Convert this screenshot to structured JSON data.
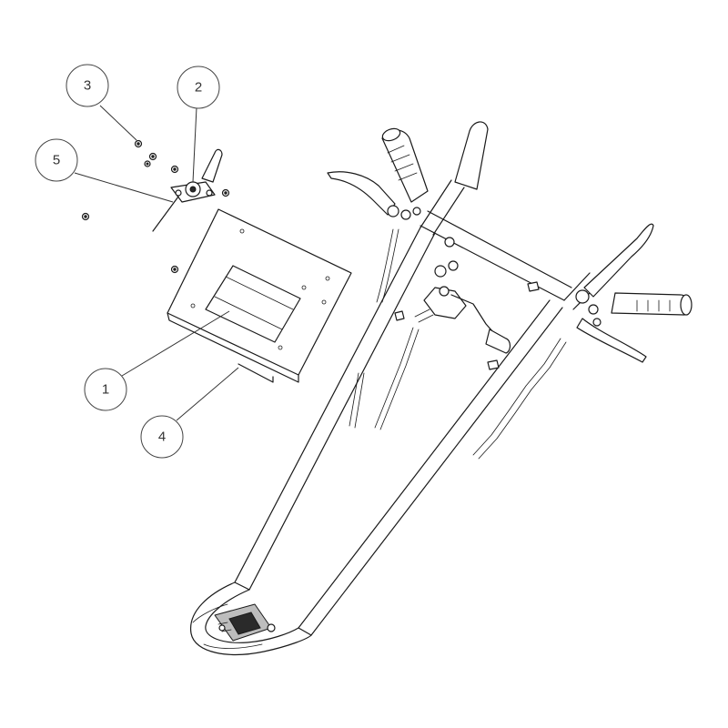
{
  "callouts": [
    {
      "id": "c1",
      "label": "1"
    },
    {
      "id": "c2",
      "label": "2"
    },
    {
      "id": "c3",
      "label": "3"
    },
    {
      "id": "c4",
      "label": "4"
    },
    {
      "id": "c5",
      "label": "5"
    }
  ]
}
